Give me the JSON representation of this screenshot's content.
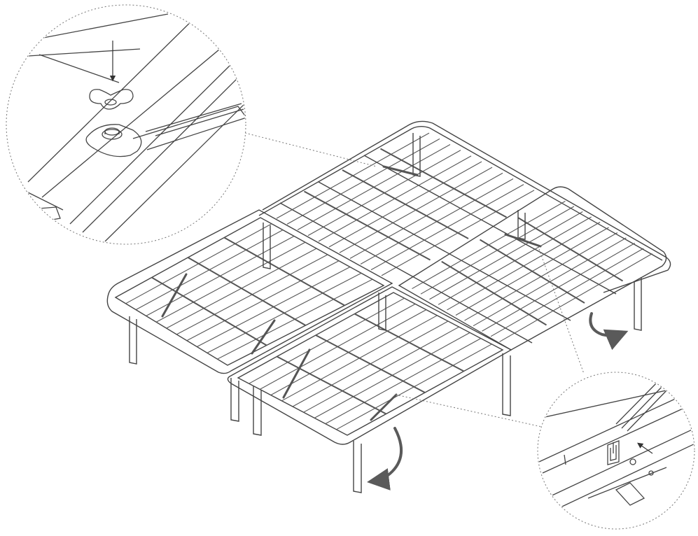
{
  "diagram": {
    "subject": "platform-bed-frame-assembly",
    "text_labels": []
  },
  "colors": {
    "line": "#444444",
    "line_dark": "#333333",
    "arrow": "#5a5a5a",
    "dotted": "#777777",
    "background": "#ffffff"
  },
  "callouts": [
    {
      "name": "wing-nut-detail",
      "icon": "wing-nut-icon"
    },
    {
      "name": "hook-slot-detail",
      "icon": "hook-slot-icon"
    }
  ],
  "rotation_arrows": [
    {
      "name": "fold-arrow-right",
      "icon": "curved-arrow-icon"
    },
    {
      "name": "fold-arrow-front",
      "icon": "curved-arrow-icon"
    }
  ]
}
